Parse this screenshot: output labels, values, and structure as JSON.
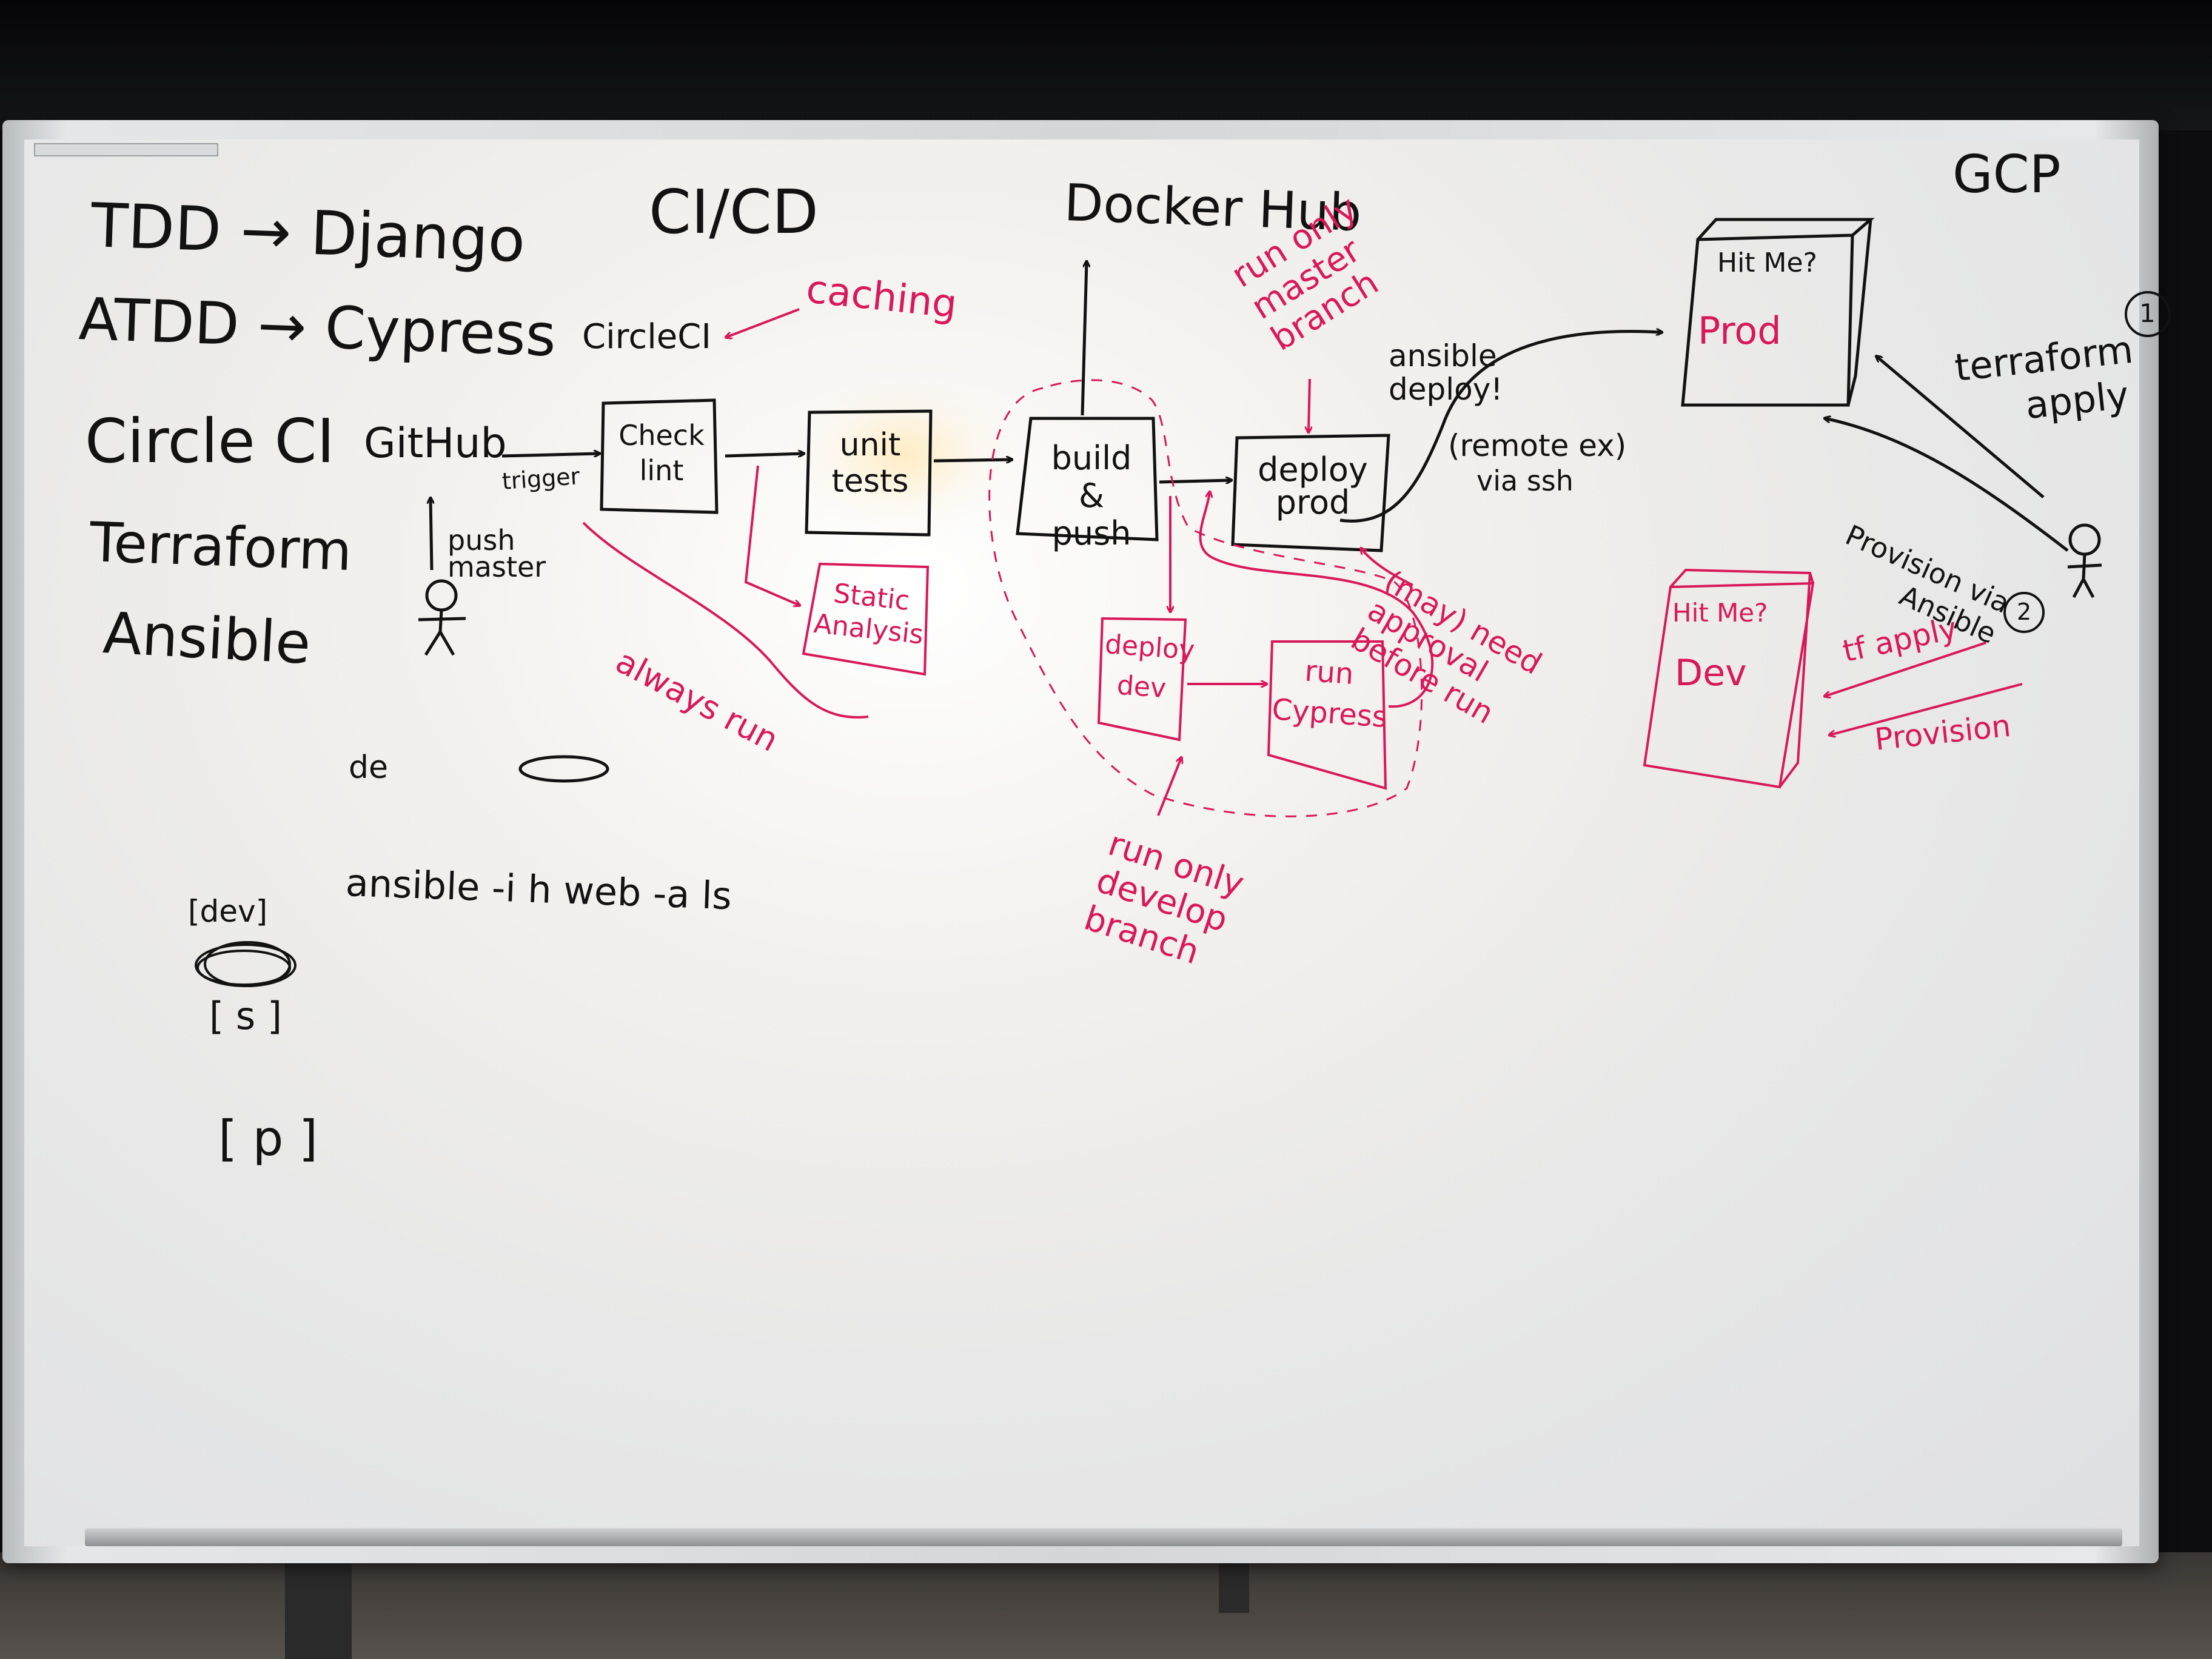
{
  "left_column": {
    "line1": "TDD → Django",
    "line2": "ATDD → Cypress",
    "line3": "Circle CI",
    "line4": "Terraform",
    "line5": "Ansible"
  },
  "heading_cicd": "CI/CD",
  "docker_hub": "Docker Hub",
  "gcp": "GCP",
  "circleci_label": "CircleCI",
  "caching": "caching",
  "github": "GitHub",
  "trigger": "trigger",
  "push_master": "push master",
  "pipeline": {
    "check": "Check lint",
    "unit_tests": "unit tests",
    "static_analysis": "Static Analysis",
    "build_push": "build & push",
    "deploy_prod": "deploy prod",
    "deploy_dev": "deploy dev",
    "run_cypress": "run Cypress"
  },
  "always_run": "always run",
  "run_only_master": "run only master branch",
  "run_only_develop": "run only develop branch",
  "may_need_approval": "(may) need approval before run",
  "ansible_deploy": "ansible deploy!",
  "remote_ex": "(remote ex)",
  "via_ssh": "via ssh",
  "prod_box": {
    "title": "Hit Me?",
    "label": "Prod"
  },
  "dev_box": {
    "title": "Hit Me?",
    "label": "Dev"
  },
  "terraform_apply": "terraform apply",
  "provision_via_ansible": "Provision via Ansible",
  "step1": "1",
  "step2": "2",
  "tf_apply": "tf apply",
  "provision": "Provision",
  "scribbles": {
    "de": "de",
    "ansible_cmd": "ansible -i h web -a ls",
    "dev_bracket": "[dev]",
    "s_bracket": "[ s ]",
    "p_bracket": "[ p ]"
  },
  "colors": {
    "black_marker": "#121212",
    "pink_marker": "#d8185a",
    "board": "#f1f0ed"
  }
}
